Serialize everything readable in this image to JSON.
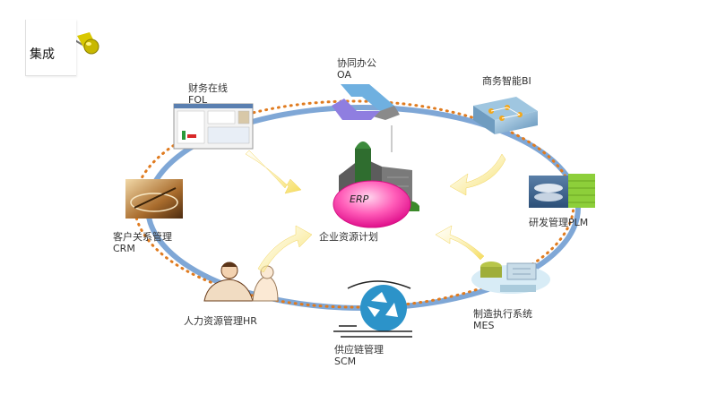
{
  "tag": {
    "title": "集成"
  },
  "center": {
    "badge": "ERP",
    "label": "企业资源计划"
  },
  "modules": {
    "oa": {
      "name": "协同办公",
      "abbr": "OA"
    },
    "bi": {
      "name": "商务智能BI"
    },
    "fol": {
      "name": "财务在线",
      "abbr": "FOL"
    },
    "plm": {
      "name": "研发管理PLM"
    },
    "crm": {
      "name": "客户关系管理",
      "abbr": "CRM"
    },
    "mes": {
      "name": "制造执行系统",
      "abbr": "MES"
    },
    "hr": {
      "name": "人力资源管理HR"
    },
    "scm": {
      "name": "供应链管理",
      "abbr": "SCM"
    }
  },
  "colors": {
    "ring_blue": "#7fa7d6",
    "ring_dots": "#e07b1f",
    "arrow_yellow": "#f6e17a",
    "erp_pink": "#f0169a",
    "pin_yellow": "#d9c800"
  }
}
